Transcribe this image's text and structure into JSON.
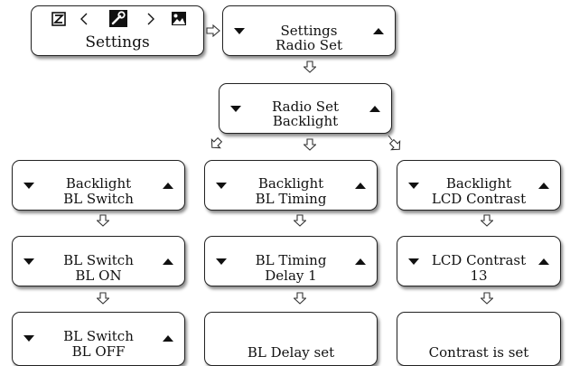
{
  "nodes": {
    "home": {
      "title": "Settings"
    },
    "settings": {
      "line1": "Settings",
      "line2": "Radio Set"
    },
    "radio": {
      "line1": "Radio Set",
      "line2": "Backlight"
    },
    "bl_switch_menu": {
      "line1": "Backlight",
      "line2": "BL Switch"
    },
    "bl_timing_menu": {
      "line1": "Backlight",
      "line2": "BL Timing"
    },
    "lcd_menu": {
      "line1": "Backlight",
      "line2": "LCD Contrast"
    },
    "bl_on": {
      "line1": "BL Switch",
      "line2": "BL ON"
    },
    "delay": {
      "line1": "BL Timing",
      "line2": "Delay 1"
    },
    "contrast_val": {
      "line1": "LCD Contrast",
      "line2": "13"
    },
    "bl_off": {
      "line1": "BL Switch",
      "line2": "BL OFF"
    },
    "delay_set": {
      "line2": "BL Delay set"
    },
    "contrast_set": {
      "line2": "Contrast is set"
    }
  }
}
